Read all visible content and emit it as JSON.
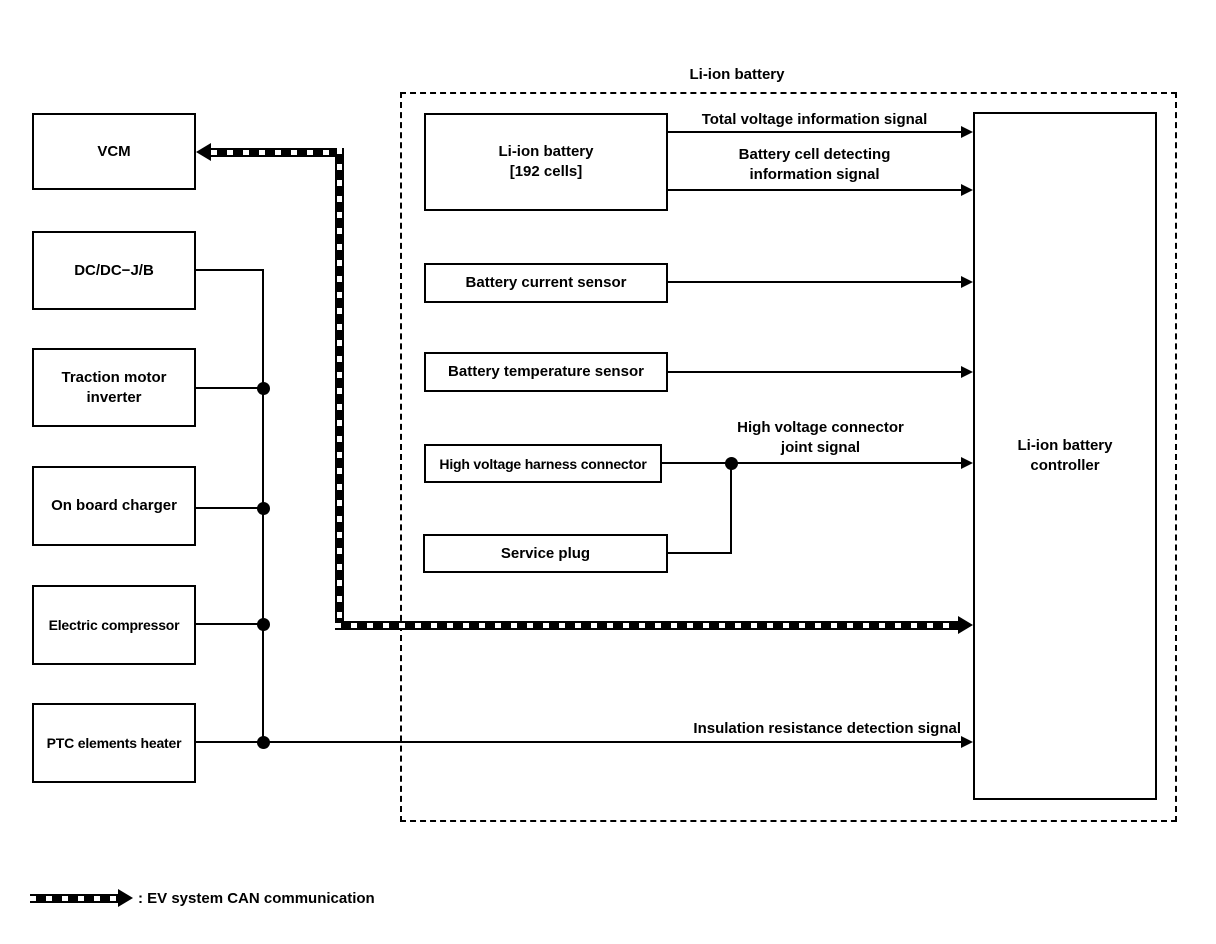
{
  "diagram_title": "Li-ion battery",
  "boxes": {
    "vcm": {
      "label": "VCM"
    },
    "dcdc_jb": {
      "label": "DC/DC−J/B"
    },
    "traction_inverter": {
      "line1": "Traction motor",
      "line2": "inverter"
    },
    "on_board_charger": {
      "label": "On board charger"
    },
    "electric_compressor": {
      "label": "Electric compressor"
    },
    "ptc_heater": {
      "label": "PTC elements heater"
    },
    "li_ion_battery": {
      "line1": "Li-ion battery",
      "line2": "[192 cells]"
    },
    "battery_current_sensor": {
      "label": "Battery current sensor"
    },
    "battery_temp_sensor": {
      "label": "Battery temperature sensor"
    },
    "hv_harness_connector": {
      "label": "High voltage harness connector"
    },
    "service_plug": {
      "label": "Service plug"
    },
    "controller": {
      "line1": "Li-ion battery",
      "line2": "controller"
    }
  },
  "signals": {
    "total_voltage": "Total voltage information signal",
    "battery_cell_line1": "Battery cell detecting",
    "battery_cell_line2": "information signal",
    "hv_joint_line1": "High voltage connector",
    "hv_joint_line2": "joint signal",
    "insulation": "Insulation resistance detection signal"
  },
  "legend": {
    "label": ": EV system CAN communication"
  },
  "colors": {
    "line": "#000000",
    "background": "#ffffff"
  }
}
